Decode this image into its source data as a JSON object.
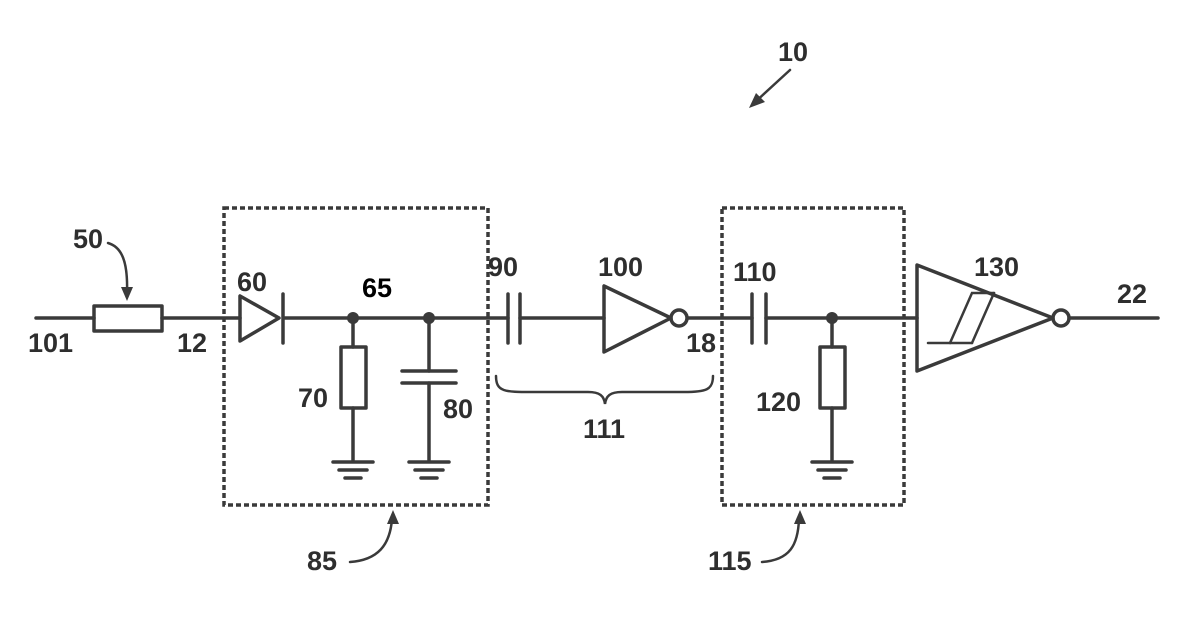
{
  "labels": {
    "device": "10",
    "input_terminal": "101",
    "node_12": "12",
    "resistor_50": "50",
    "diode_60": "60",
    "node_65": "65",
    "resistor_70": "70",
    "capacitor_80": "80",
    "block_85": "85",
    "capacitor_90": "90",
    "inverter_100": "100",
    "stage_111": "111",
    "node_18": "18",
    "capacitor_110": "110",
    "resistor_120": "120",
    "block_115": "115",
    "schmitt_130": "130",
    "output_22": "22"
  }
}
